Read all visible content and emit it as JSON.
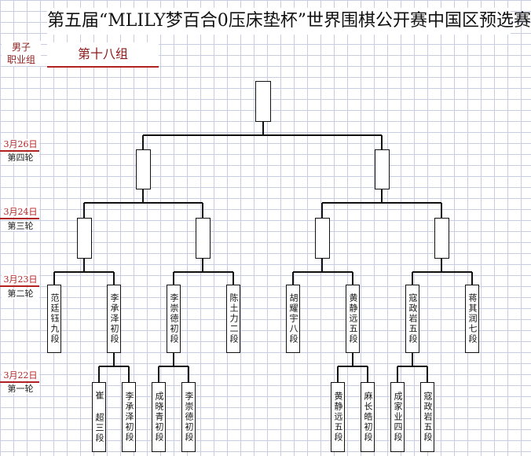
{
  "title": "第五届“MLILY梦百合0压床垫杯”世界围棋公开赛中国区预选赛",
  "category": {
    "line1": "男子",
    "line2": "职业组"
  },
  "group": "第十八组",
  "rounds": [
    {
      "date": "3月26日",
      "name": "第四轮"
    },
    {
      "date": "3月24日",
      "name": "第三轮"
    },
    {
      "date": "3月23日",
      "name": "第二轮"
    },
    {
      "date": "3月22日",
      "name": "第一轮"
    }
  ],
  "round2_players": [
    "范廷钰九段",
    "李承泽初段",
    "李崇德初段",
    "陈土力二段",
    "胡耀宇八段",
    "黄静远五段",
    "寇政岩五段",
    "蒋其润七段"
  ],
  "round1_players": [
    "崔 超三段",
    "李承泽初段",
    "成晓青初段",
    "李崇德初段",
    "黄静远五段",
    "麻长皓初段",
    "成家业四段",
    "寇政岩五段"
  ]
}
